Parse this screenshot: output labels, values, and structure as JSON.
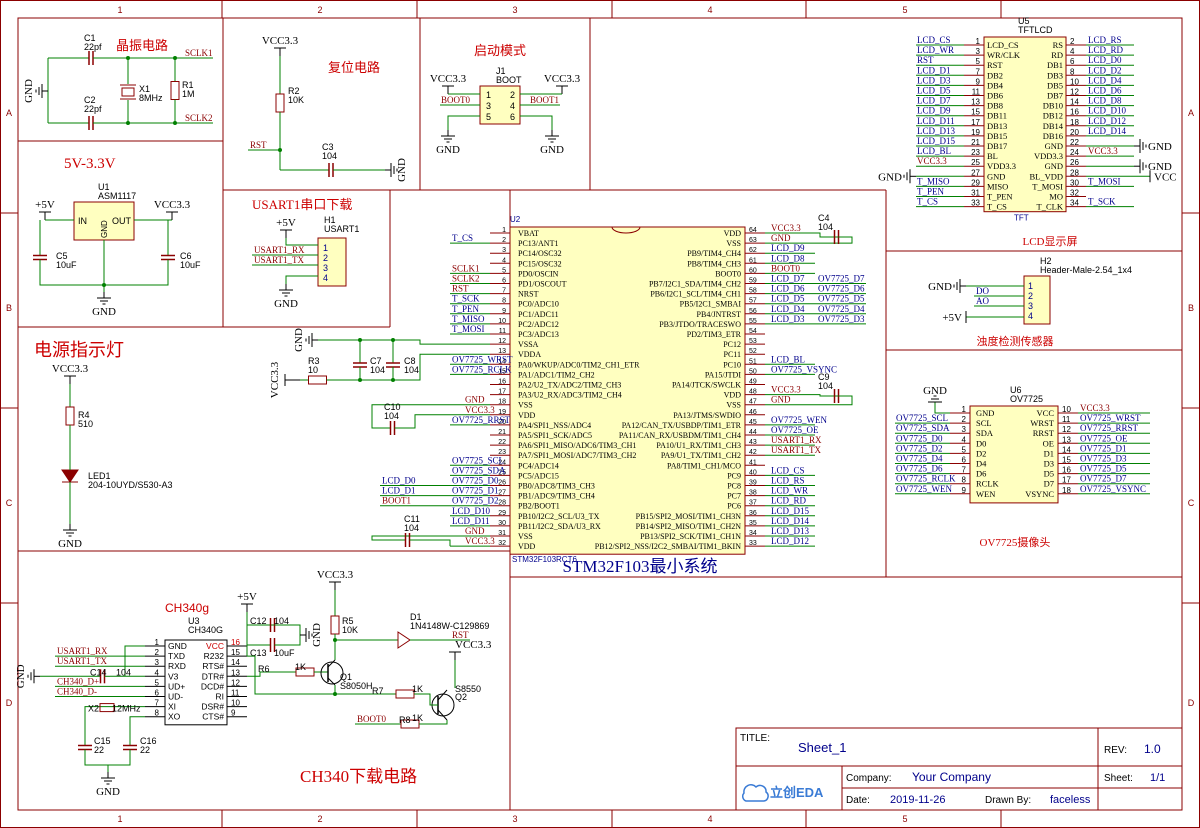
{
  "frame": {
    "cols": [
      "1",
      "2",
      "3",
      "4",
      "5"
    ],
    "rows": [
      "A",
      "B",
      "C",
      "D"
    ]
  },
  "colors": {
    "border": "#8b0000",
    "wire": "#008000",
    "power": "#000000",
    "netlabel": "#00008b",
    "netlabel_red": "#8b0000",
    "part_fill": "#ffffc0",
    "part_stroke": "#8b0000",
    "title_red": "#cc0000"
  },
  "crystal": {
    "title": "晶振电路",
    "c1": [
      "C1",
      "22pf"
    ],
    "c2": [
      "C2",
      "22pf"
    ],
    "x1": [
      "X1",
      "8MHz"
    ],
    "r1": [
      "R1",
      "1M"
    ],
    "net1": "SCLK1",
    "net2": "SCLK2",
    "gnd": "GND"
  },
  "reset": {
    "title": "复位电路",
    "vcc": "VCC3.3",
    "r2": [
      "R2",
      "10K"
    ],
    "c3": [
      "C3",
      "104"
    ],
    "net": "RST",
    "gnd": "GND"
  },
  "boot": {
    "title": "启动模式",
    "ref": "J1",
    "name": "BOOT",
    "vcc_l": "VCC3.3",
    "vcc_r": "VCC3.3",
    "pins_l": [
      "1",
      "3",
      "5"
    ],
    "pins_r": [
      "2",
      "4",
      "6"
    ],
    "net_l": "BOOT0",
    "net_r": "BOOT1",
    "gnd": "GND"
  },
  "ldo": {
    "title": "5V-3.3V",
    "ref": "U1",
    "name": "ASM1117",
    "in": "IN",
    "out": "OUT",
    "gndpin": "GND",
    "vin": "+5V",
    "vout": "VCC3.3",
    "c5": [
      "C5",
      "10uF"
    ],
    "c6": [
      "C6",
      "10uF"
    ],
    "gnd": "GND"
  },
  "usart": {
    "title": "USART1串口下载",
    "ref": "H1",
    "name": "USART1",
    "vin": "+5V",
    "nets": [
      "USART1_RX",
      "USART1_TX"
    ],
    "pins": [
      "1",
      "2",
      "3",
      "4"
    ],
    "gnd": "GND"
  },
  "led": {
    "title": "电源指示灯",
    "vcc": "VCC3.3",
    "r4": [
      "R4",
      "510"
    ],
    "ref": "LED1",
    "name": "204-10UYD/S530-A3",
    "gnd": "GND"
  },
  "mcu": {
    "ref": "U2",
    "name": "STM32F103RCT6",
    "caption": "STM32F103最小系统",
    "left_pins": [
      [
        "1",
        "VBAT"
      ],
      [
        "2",
        "PC13/ANT1"
      ],
      [
        "3",
        "PC14/OSC32"
      ],
      [
        "4",
        "PC15/OSC32"
      ],
      [
        "5",
        "PD0/OSCIN"
      ],
      [
        "6",
        "PD1/OSCOUT"
      ],
      [
        "7",
        "NRST"
      ],
      [
        "8",
        "PC0/ADC10"
      ],
      [
        "9",
        "PC1/ADC11"
      ],
      [
        "10",
        "PC2/ADC12"
      ],
      [
        "11",
        "PC3/ADC13"
      ],
      [
        "12",
        "VSSA"
      ],
      [
        "13",
        "VDDA"
      ],
      [
        "14",
        "PA0/WKUP/ADC0/TIM2_CH1_ETR"
      ],
      [
        "15",
        "PA1/ADC1/TIM2_CH2"
      ],
      [
        "16",
        "PA2/U2_TX/ADC2/TIM2_CH3"
      ],
      [
        "17",
        "PA3/U2_RX/ADC3/TIM2_CH4"
      ],
      [
        "18",
        "VSS"
      ],
      [
        "19",
        "VDD"
      ],
      [
        "20",
        "PA4/SPI1_NSS/ADC4"
      ],
      [
        "21",
        "PA5/SPI1_SCK/ADC5"
      ],
      [
        "22",
        "PA6/SPI1_MISO/ADC6/TIM3_CH1"
      ],
      [
        "23",
        "PA7/SPI1_MOSI/ADC7/TIM3_CH2"
      ],
      [
        "24",
        "PC4/ADC14"
      ],
      [
        "25",
        "PC5/ADC15"
      ],
      [
        "26",
        "PB0/ADC8/TIM3_CH3"
      ],
      [
        "27",
        "PB1/ADC9/TIM3_CH4"
      ],
      [
        "28",
        "PB2/BOOT1"
      ],
      [
        "29",
        "PB10/I2C2_SCL/U3_TX"
      ],
      [
        "30",
        "PB11/I2C2_SDA/U3_RX"
      ],
      [
        "31",
        "VSS"
      ],
      [
        "32",
        "VDD"
      ]
    ],
    "right_pins": [
      [
        "64",
        "VDD"
      ],
      [
        "63",
        "VSS"
      ],
      [
        "62",
        "PB9/TIM4_CH4"
      ],
      [
        "61",
        "PB8/TIM4_CH3"
      ],
      [
        "60",
        "BOOT0"
      ],
      [
        "59",
        "PB7/I2C1_SDA/TIM4_CH2"
      ],
      [
        "58",
        "PB6/I2C1_SCL/TIM4_CH1"
      ],
      [
        "57",
        "PB5/I2C1_SMBAI"
      ],
      [
        "56",
        "PB4/JNTRST"
      ],
      [
        "55",
        "PB3/JTDO/TRACESWO"
      ],
      [
        "54",
        "PD2/TIM3_ETR"
      ],
      [
        "53",
        "PC12"
      ],
      [
        "52",
        "PC11"
      ],
      [
        "51",
        "PC10"
      ],
      [
        "50",
        "PA15/JTDI"
      ],
      [
        "49",
        "PA14/JTCK/SWCLK"
      ],
      [
        "48",
        "VDD"
      ],
      [
        "47",
        "VSS"
      ],
      [
        "46",
        "PA13/JTMS/SWDIO"
      ],
      [
        "45",
        "PA12/CAN_TX/USBDP/TIM1_ETR"
      ],
      [
        "44",
        "PA11/CAN_RX/USBDM/TIM1_CH4"
      ],
      [
        "43",
        "PA10/U1_RX/TIM1_CH3"
      ],
      [
        "42",
        "PA9/U1_TX/TIM1_CH2"
      ],
      [
        "41",
        "PA8/TIM1_CH1/MCO"
      ],
      [
        "40",
        "PC9"
      ],
      [
        "39",
        "PC8"
      ],
      [
        "38",
        "PC7"
      ],
      [
        "37",
        "PC6"
      ],
      [
        "36",
        "PB15/SPI2_MOSI/TIM1_CH3N"
      ],
      [
        "35",
        "PB14/SPI2_MISO/TIM1_CH2N"
      ],
      [
        "34",
        "PB13/SPI2_SCK/TIM1_CH1N"
      ],
      [
        "33",
        "PB12/SPI2_NSS/I2C2_SMBAI/TIM1_BKIN"
      ]
    ],
    "left_nets": {
      "2": "T_CS",
      "5": "SCLK1",
      "6": "SCLK2",
      "7": "RST",
      "8": "T_SCK",
      "9": "T_PEN",
      "10": "T_MISO",
      "11": "T_MOSI",
      "14": "OV7725_WRST",
      "15": "OV7725_RCLK",
      "18": "GND",
      "19": "VCC3.3",
      "20": "OV7725_RRST",
      "24": "OV7725_SCL",
      "25": "OV7725_SDA",
      "26": "OV7725_D0",
      "27": "OV7725_D1",
      "28": "OV7725_D2",
      "29": "LCD_D10",
      "30": "LCD_D11",
      "31": "GND",
      "32": "VCC3.3"
    },
    "left_outer": {
      "26": "LCD_D0",
      "27": "LCD_D1",
      "28": "BOOT1"
    },
    "right_nets": {
      "64": "VCC3.3",
      "63": "GND",
      "62": "LCD_D9",
      "61": "LCD_D8",
      "60": "BOOT0",
      "59": "LCD_D7",
      "58": "LCD_D6",
      "57": "LCD_D5",
      "56": "LCD_D4",
      "55": "LCD_D3",
      "51": "LCD_BL",
      "50": "OV7725_VSYNC",
      "48": "VCC3.3",
      "47": "GND",
      "45": "OV7725_WEN",
      "44": "OV7725_OE",
      "43": "USART1_RX",
      "42": "USART1_TX",
      "40": "LCD_CS",
      "39": "LCD_RS",
      "38": "LCD_WR",
      "37": "LCD_RD",
      "36": "LCD_D15",
      "35": "LCD_D14",
      "34": "LCD_D13",
      "33": "LCD_D12"
    },
    "right_outer": {
      "59": "OV7725_D7",
      "58": "OV7725_D6",
      "57": "OV7725_D5",
      "56": "OV7725_D4",
      "55": "OV7725_D3"
    },
    "r3": [
      "R3",
      "10"
    ],
    "c7": [
      "C7",
      "104"
    ],
    "c8": [
      "C8",
      "104"
    ],
    "c10": [
      "C10",
      "104"
    ],
    "c11": [
      "C11",
      "104"
    ],
    "c4": [
      "C4",
      "104"
    ],
    "c9": [
      "C9",
      "104"
    ],
    "gnd": "GND",
    "vcc": "VCC3.3"
  },
  "lcd": {
    "ref": "U5",
    "name": "TFTLCD",
    "tag": "TFT",
    "caption": "LCD显示屏",
    "left_pins": [
      [
        "1",
        "LCD_CS",
        "LCD_CS"
      ],
      [
        "3",
        "WR/CLK",
        "LCD_WR"
      ],
      [
        "5",
        "RST",
        "RST"
      ],
      [
        "7",
        "DB2",
        "LCD_D1"
      ],
      [
        "9",
        "DB4",
        "LCD_D3"
      ],
      [
        "11",
        "DB6",
        "LCD_D5"
      ],
      [
        "13",
        "DB8",
        "LCD_D7"
      ],
      [
        "15",
        "DB11",
        "LCD_D9"
      ],
      [
        "17",
        "DB13",
        "LCD_D11"
      ],
      [
        "19",
        "DB15",
        "LCD_D13"
      ],
      [
        "21",
        "DB17",
        "LCD_D15"
      ],
      [
        "23",
        "BL",
        "LCD_BL"
      ],
      [
        "25",
        "VDD3.3",
        "VCC3.3"
      ],
      [
        "27",
        "GND",
        ""
      ],
      [
        "29",
        "MISO",
        "T_MISO"
      ],
      [
        "31",
        "T_PEN",
        "T_PEN"
      ],
      [
        "33",
        "T_CS",
        "T_CS"
      ]
    ],
    "right_pins": [
      [
        "2",
        "RS",
        "LCD_RS"
      ],
      [
        "4",
        "RD",
        "LCD_RD"
      ],
      [
        "6",
        "DB1",
        "LCD_D0"
      ],
      [
        "8",
        "DB3",
        "LCD_D2"
      ],
      [
        "10",
        "DB5",
        "LCD_D4"
      ],
      [
        "12",
        "DB7",
        "LCD_D6"
      ],
      [
        "14",
        "DB10",
        "LCD_D8"
      ],
      [
        "16",
        "DB12",
        "LCD_D10"
      ],
      [
        "18",
        "DB14",
        "LCD_D12"
      ],
      [
        "20",
        "DB16",
        "LCD_D14"
      ],
      [
        "22",
        "GND",
        "GND"
      ],
      [
        "24",
        "VDD3.3",
        "VCC3.3"
      ],
      [
        "26",
        "GND",
        "GND"
      ],
      [
        "28",
        "BL_VDD",
        ""
      ],
      [
        "30",
        "T_MOSI",
        "T_MOSI"
      ],
      [
        "32",
        "MO",
        ""
      ],
      [
        "34",
        "T_CLK",
        "T_SCK"
      ]
    ],
    "gnd": "GND",
    "vcc": "VCC"
  },
  "turb": {
    "ref": "H2",
    "name": "Header-Male-2.54_1x4",
    "caption": "浊度检测传感器",
    "gnd": "GND",
    "vin": "+5V",
    "nets": [
      "DO",
      "AO"
    ],
    "pins": [
      "1",
      "2",
      "3",
      "4"
    ]
  },
  "cam": {
    "ref": "U6",
    "name": "OV7725",
    "caption": "OV7725摄像头",
    "gnd": "GND",
    "left_pins": [
      [
        "1",
        "GND",
        ""
      ],
      [
        "2",
        "SCL",
        "OV7725_SCL"
      ],
      [
        "3",
        "SDA",
        "OV7725_SDA"
      ],
      [
        "4",
        "D0",
        "OV7725_D0"
      ],
      [
        "5",
        "D2",
        "OV7725_D2"
      ],
      [
        "6",
        "D4",
        "OV7725_D4"
      ],
      [
        "7",
        "D6",
        "OV7725_D6"
      ],
      [
        "8",
        "RCLK",
        "OV7725_RCLK"
      ],
      [
        "9",
        "WEN",
        "OV7725_WEN"
      ]
    ],
    "right_pins": [
      [
        "10",
        "VCC",
        "VCC3.3"
      ],
      [
        "11",
        "WRST",
        "OV7725_WRST"
      ],
      [
        "12",
        "RRST",
        "OV7725_RRST"
      ],
      [
        "13",
        "OE",
        "OV7725_OE"
      ],
      [
        "14",
        "D1",
        "OV7725_D1"
      ],
      [
        "15",
        "D3",
        "OV7725_D3"
      ],
      [
        "16",
        "D5",
        "OV7725_D5"
      ],
      [
        "17",
        "D7",
        "OV7725_D7"
      ],
      [
        "18",
        "VSYNC",
        "OV7725_VSYNC"
      ]
    ]
  },
  "ch340": {
    "title": "CH340g",
    "caption": "CH340下载电路",
    "ref": "U3",
    "name": "CH340G",
    "left_pins": [
      [
        "1",
        "GND"
      ],
      [
        "2",
        "TXD"
      ],
      [
        "3",
        "RXD"
      ],
      [
        "4",
        "V3"
      ],
      [
        "5",
        "UD+"
      ],
      [
        "6",
        "UD-"
      ],
      [
        "7",
        "XI"
      ],
      [
        "8",
        "XO"
      ]
    ],
    "right_pins": [
      [
        "16",
        "VCC"
      ],
      [
        "15",
        "R232"
      ],
      [
        "14",
        "RTS#"
      ],
      [
        "13",
        "DTR#"
      ],
      [
        "12",
        "DCD#"
      ],
      [
        "11",
        "RI"
      ],
      [
        "10",
        "DSR#"
      ],
      [
        "9",
        "CTS#"
      ]
    ],
    "nets_l": [
      "USART1_RX",
      "USART1_TX",
      "CH340_D+",
      "CH340_D-"
    ],
    "c14": [
      "C14",
      "104"
    ],
    "x2": [
      "X2",
      "12MHz"
    ],
    "c15": [
      "C15",
      "22"
    ],
    "c16": [
      "C16",
      "22"
    ],
    "c12": [
      "C12",
      "104"
    ],
    "c13": [
      "C13",
      "10uF"
    ],
    "vin": "+5V",
    "r5": [
      "R5",
      "10K"
    ],
    "r6": [
      "R6",
      "1K"
    ],
    "r7": [
      "R7",
      "1K"
    ],
    "r8": [
      "R8",
      "1K"
    ],
    "q1": [
      "Q1",
      "S8050H"
    ],
    "q2": [
      "S8550",
      "Q2"
    ],
    "d1": [
      "D1",
      "1N4148W-C129869"
    ],
    "rst": "RST",
    "boot0": "BOOT0",
    "vcc": "VCC3.3",
    "gnd": "GND"
  },
  "titleblock": {
    "title_label": "TITLE:",
    "title": "Sheet_1",
    "rev_label": "REV:",
    "rev": "1.0",
    "company_label": "Company:",
    "company": "Your Company",
    "sheet_label": "Sheet:",
    "sheet": "1/1",
    "date_label": "Date:",
    "date": "2019-11-26",
    "drawn_label": "Drawn By:",
    "drawn": "faceless",
    "logo": "立创EDA"
  }
}
